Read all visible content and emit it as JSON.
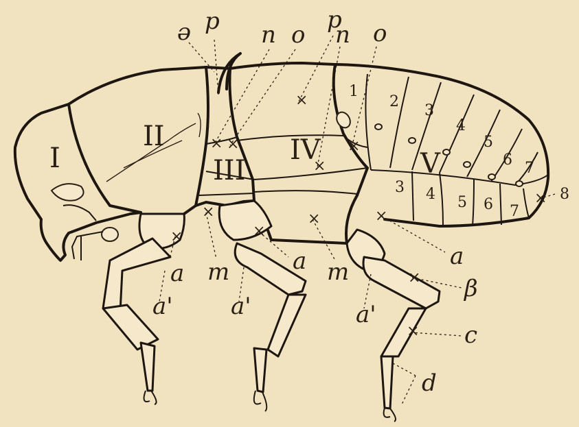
{
  "figure": {
    "segment_labels": [
      "I",
      "II",
      "III",
      "IV",
      "V"
    ],
    "letters": {
      "e": "ə",
      "p": "p",
      "n": "n",
      "o": "o",
      "m": "m",
      "a": "a",
      "a_prime": "a'",
      "b": "β",
      "c": "c",
      "d": "d"
    },
    "abdominal_numbers_top": [
      "1",
      "2",
      "3",
      "4",
      "5",
      "6",
      "7"
    ],
    "abdominal_numbers_bottom": [
      "3",
      "4",
      "5",
      "6",
      "7"
    ],
    "tip_number": "8"
  }
}
